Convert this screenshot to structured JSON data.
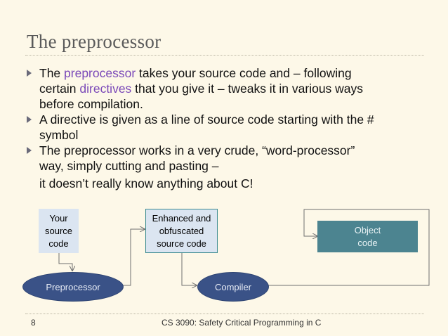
{
  "title": "The preprocessor",
  "bullets": [
    {
      "line1": [
        {
          "t": "The ",
          "hl": false
        },
        {
          "t": "preprocessor",
          "hl": true
        },
        {
          "t": " takes your source code and – following",
          "hl": false
        }
      ],
      "line2": [
        {
          "t": "certain ",
          "hl": false
        },
        {
          "t": "directives",
          "hl": true
        },
        {
          "t": " that you give it – tweaks it in various ways",
          "hl": false
        }
      ],
      "line3": "before compilation."
    },
    {
      "line1": "A directive is given as a line of source code starting with the #",
      "line2": "symbol"
    },
    {
      "line1": "The preprocessor works in a very crude, “word-processor”",
      "line2": "way, simply cutting and pasting –"
    }
  ],
  "extra_line": "it doesn’t really know anything about C!",
  "diagram": {
    "your_source_code": [
      "Your",
      "source",
      "code"
    ],
    "enhanced_code": [
      "Enhanced and",
      "obfuscated",
      "source code"
    ],
    "object_code": [
      "Object",
      "code"
    ],
    "preprocessor": "Preprocessor",
    "compiler": "Compiler"
  },
  "footer": {
    "page": "8",
    "course": "CS 3090: Safety Critical Programming in C"
  },
  "colors": {
    "background": "#fdf8e8",
    "highlight": "#7a48b8",
    "ellipse": "#3a5287",
    "source_box": "#dbe5f1",
    "object_box": "#4c8490"
  }
}
